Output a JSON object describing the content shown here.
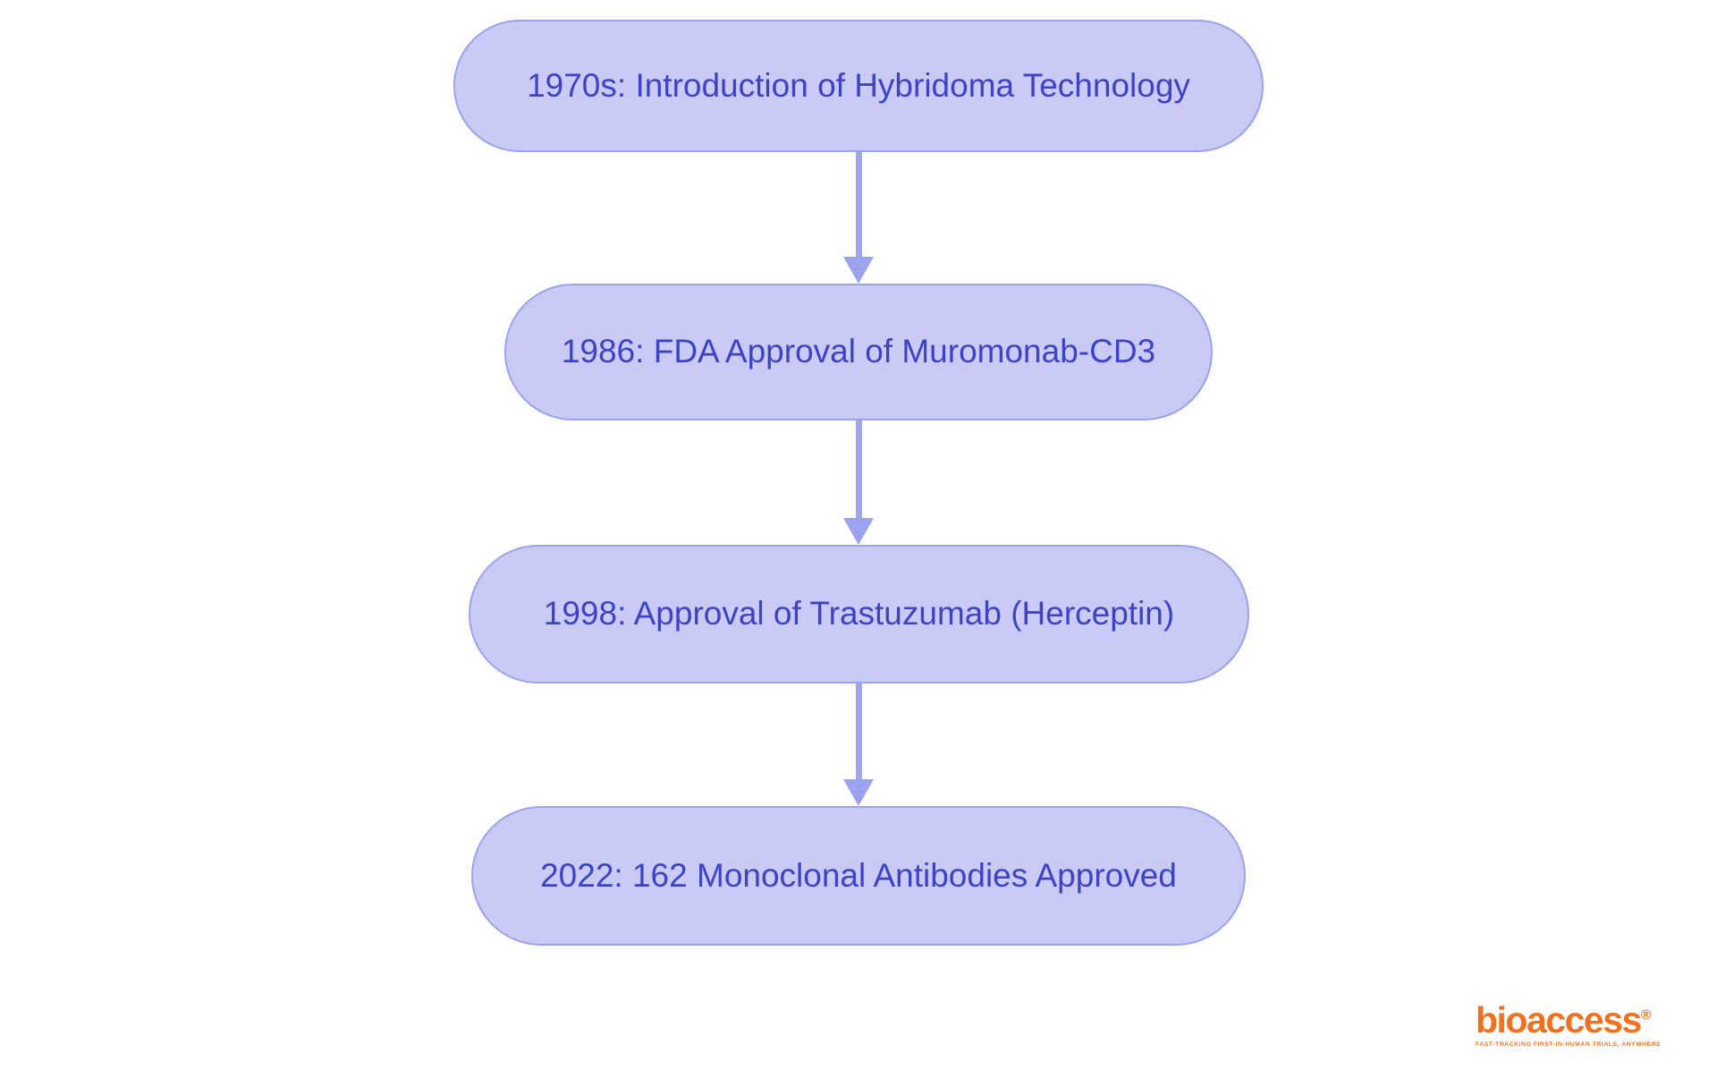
{
  "flowchart": {
    "type": "vertical-timeline-flowchart",
    "nodes": [
      {
        "label": "1970s: Introduction of Hybridoma Technology"
      },
      {
        "label": "1986: FDA Approval of Muromonab-CD3"
      },
      {
        "label": "1998: Approval of Trastuzumab (Herceptin)"
      },
      {
        "label": "2022: 162 Monoclonal Antibodies Approved"
      }
    ],
    "style": {
      "node_fill": "#C9CBF6",
      "node_border": "#9BA3EA",
      "node_text": "#3D42C6",
      "arrow_color": "#9CA4EE",
      "background": "#FFFFFF"
    }
  },
  "logo": {
    "wordmark": "bioaccess",
    "registered": "®",
    "tagline": "FAST-TRACKING FIRST-IN-HUMAN TRIALS, ANYWHERE",
    "color": "#F2711F"
  }
}
